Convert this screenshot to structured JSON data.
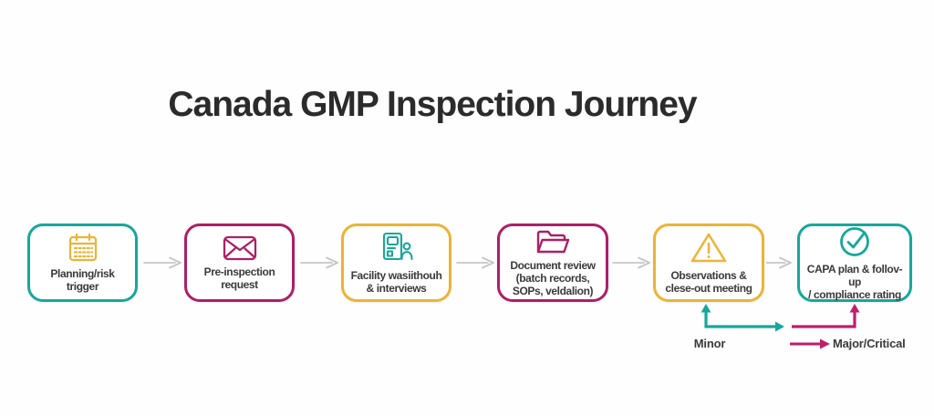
{
  "title": "Canada GMP Inspection Journey",
  "steps": [
    {
      "label": "Planning/risk\ntrigger",
      "icon": "calendar-icon",
      "accent": "#17A79C",
      "icon_color": "#EBB437"
    },
    {
      "label": "Pre-inspection\nrequest",
      "icon": "envelope-icon",
      "accent": "#AD1F66",
      "icon_color": "#AD1F66"
    },
    {
      "label": "Facility wasiithouh\n& interviews",
      "icon": "walkthrough-icon",
      "accent": "#EBB437",
      "icon_color": "#17A79C"
    },
    {
      "label": "Document review\n(batch records,\nSOPs, veldalion)",
      "icon": "folder-icon",
      "accent": "#AD1F66",
      "icon_color": "#AD1F66"
    },
    {
      "label": "Observations &\nclese-out meeting",
      "icon": "warning-icon",
      "accent": "#EBB437",
      "icon_color": "#EBB437"
    },
    {
      "label": "CAPA plan & follov-up\n/ compliance rating",
      "icon": "check-circle-icon",
      "accent": "#17A79C",
      "icon_color": "#17A79C"
    }
  ],
  "feedback": {
    "minor_label": "Minor",
    "major_label": "Major/Critical",
    "minor_color": "#17A79C",
    "major_color": "#BE1E6C"
  },
  "connector_color": "#C6C6C6"
}
